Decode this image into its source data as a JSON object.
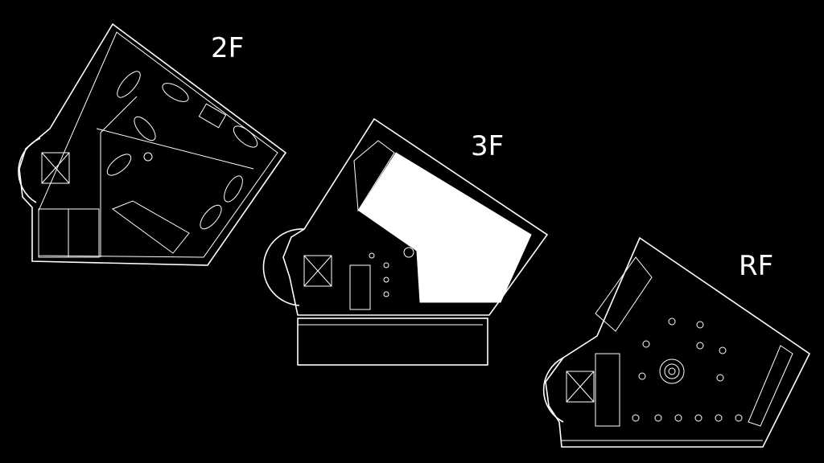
{
  "floors": [
    {
      "label": "2F"
    },
    {
      "label": "3F"
    },
    {
      "label": "RF"
    }
  ],
  "colors": {
    "background": "#000000",
    "line": "#ffffff"
  }
}
